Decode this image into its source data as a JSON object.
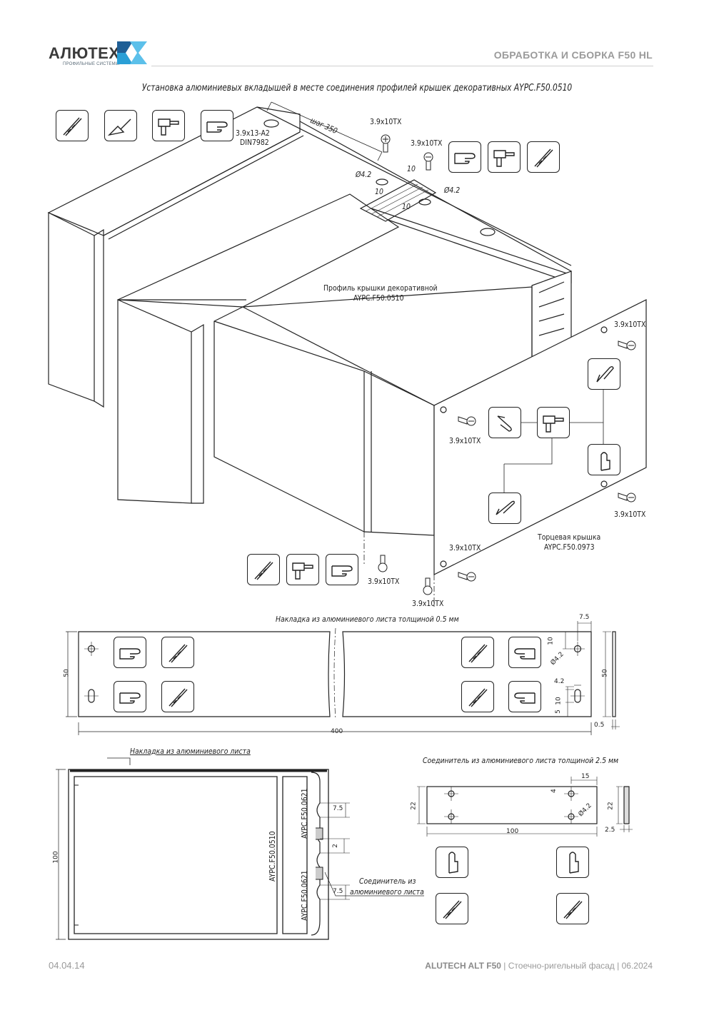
{
  "header": {
    "logo": "АЛЮТЕХ",
    "logo_sub": "ПРОФИЛЬНЫЕ СИСТЕМЫ",
    "title": "ОБРАБОТКА И СБОРКА F50 HL"
  },
  "caption_main": "Установка алюминиевых вкладышей в месте соединения профилей крышек декоративных AYPC.F50.0510",
  "iso": {
    "screw_a2": "3.9x13-A2",
    "din": "DIN7982",
    "step": "шаг 350",
    "screw_tx": "3.9x10TX",
    "d42": "Ø4.2",
    "d10": "10",
    "profile_label_1": "Профиль крышки декоративной",
    "profile_label_2": "AYPC.F50.0510",
    "end_cap_1": "Торцевая крышка",
    "end_cap_2": "AYPC.F50.0973"
  },
  "plate": {
    "caption": "Накладка из алюминиевого листа толщиной 0.5 мм",
    "dim_50": "50",
    "dim_400": "400",
    "dim_7_5": "7.5",
    "dim_10": "10",
    "dim_4_2": "4.2",
    "dim_d4_2": "Ø4.2",
    "dim_5": "5",
    "dim_0_5": "0.5"
  },
  "section": {
    "caption": "Накладка из алюминиевого листа",
    "dim_100": "100",
    "part_0510": "AYPC.F50.0510",
    "part_0621": "AYPC.F50.0621",
    "dim_7_5": "7.5",
    "dim_2": "2",
    "connector_1": "Соединитель из",
    "connector_2": "алюминиевого листа"
  },
  "connector": {
    "caption": "Соединитель из алюминиевого листа толщиной 2.5 мм",
    "dim_15": "15",
    "dim_4": "4",
    "dim_22": "22",
    "dim_100": "100",
    "dim_2_5": "2.5",
    "dim_d4_2": "Ø4.2"
  },
  "footer": {
    "date": "04.04.14",
    "brand": "ALUTECH ALT F50",
    "sep": " | ",
    "desc": "Стоечно-ригельный фасад",
    "version": "06.2024"
  },
  "icons": [
    "drill-icon",
    "countersink-icon",
    "screwdriver-icon",
    "hand-pointer-icon",
    "hand-up-icon"
  ],
  "colors": {
    "logo_accent": "#2a9fd6",
    "line": "#222222",
    "muted": "#9a9a9a"
  }
}
